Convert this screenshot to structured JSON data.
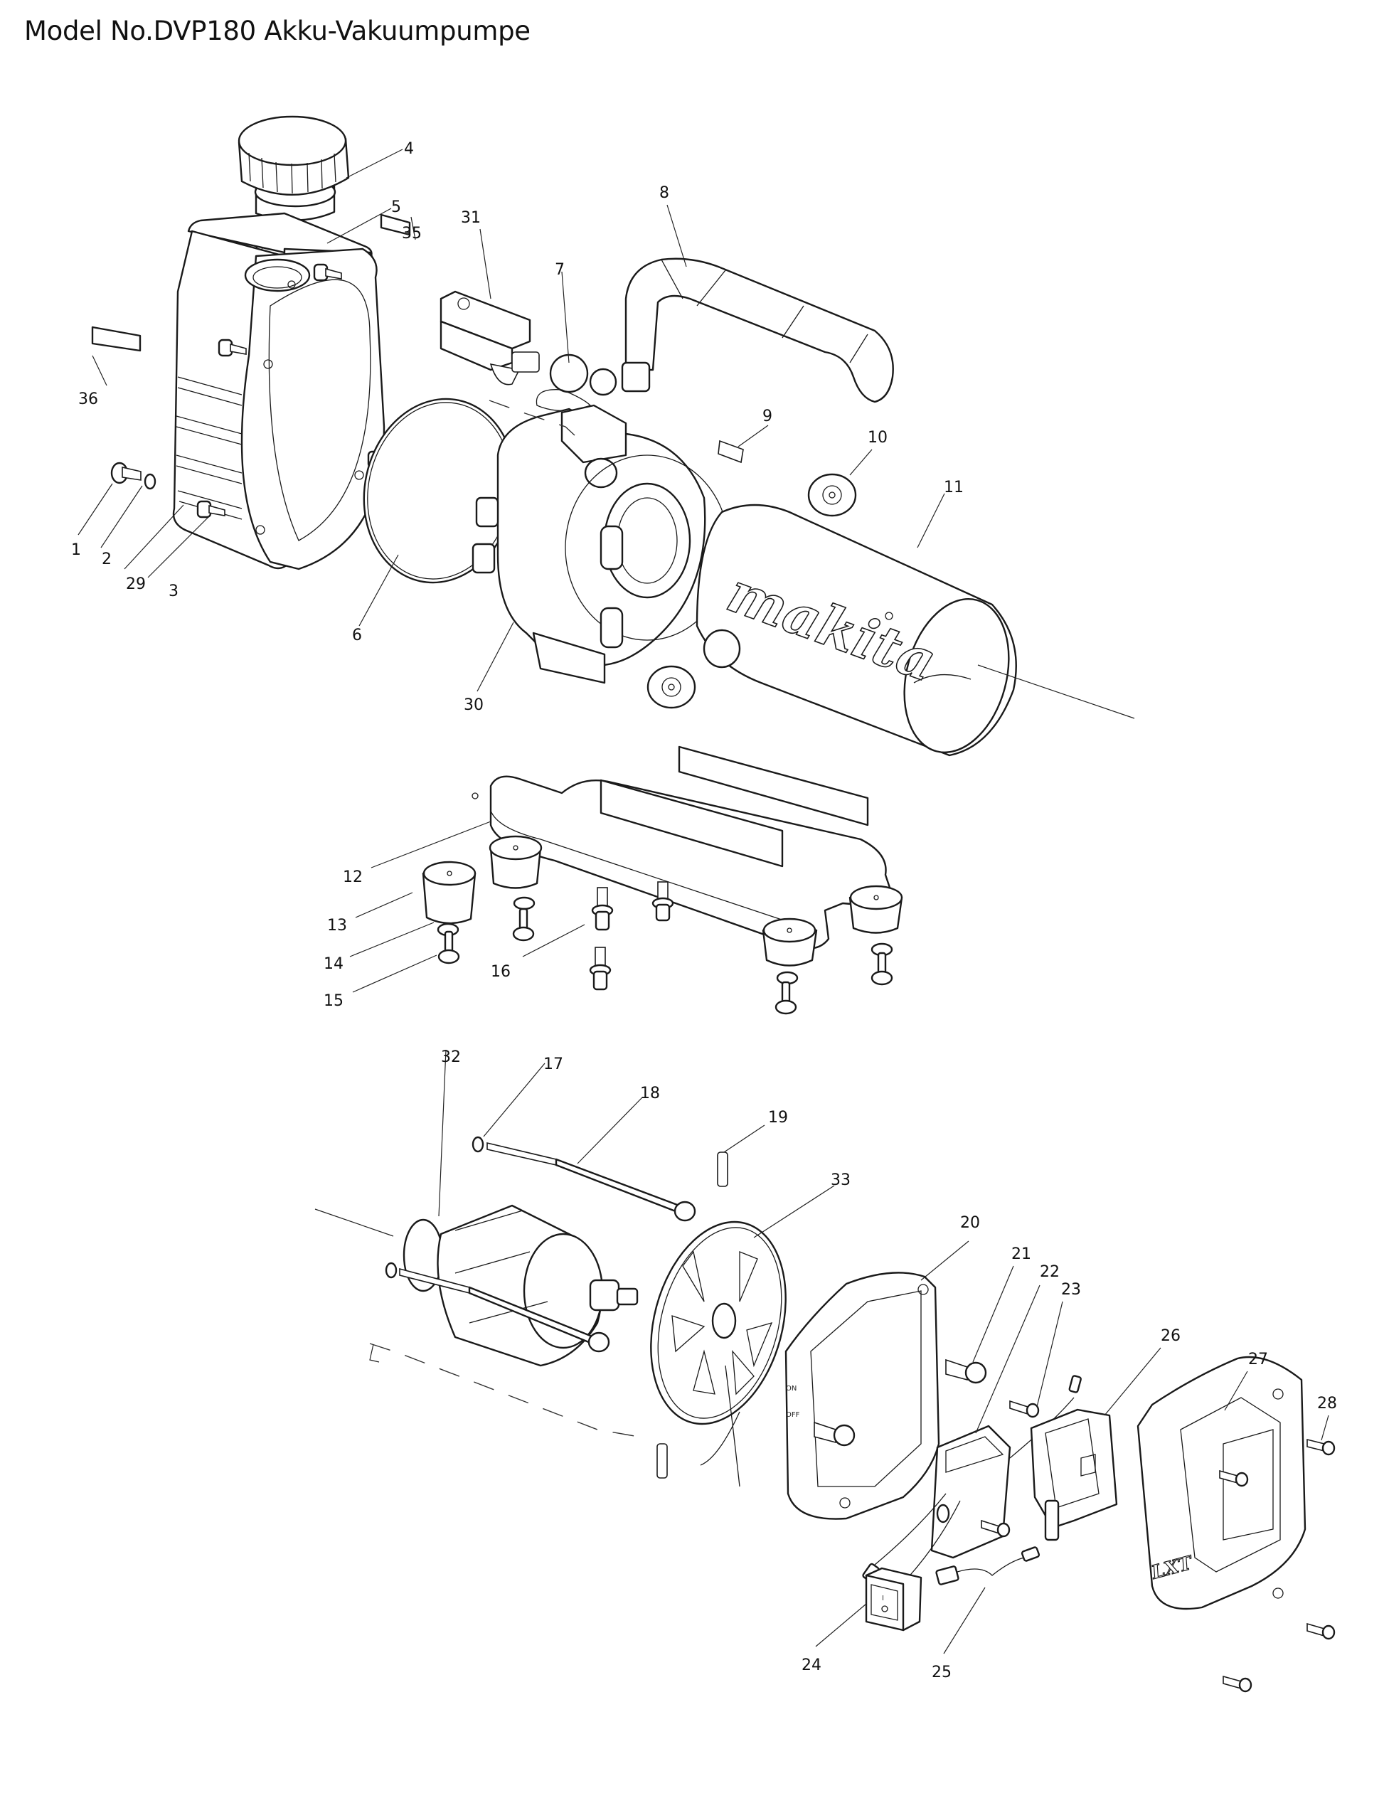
{
  "page": {
    "title": "Model No.DVP180 Akku-Vakuumpumpe"
  },
  "diagram": {
    "type": "exploded parts diagram",
    "brand_marking": "makita",
    "battery_marking": "LXT",
    "switch_markings": {
      "on": "ON",
      "off": "OFF",
      "rocker_on": "I",
      "rocker_off": "O"
    },
    "callouts": [
      {
        "id": "1",
        "text": "1"
      },
      {
        "id": "2",
        "text": "2"
      },
      {
        "id": "3",
        "text": "3"
      },
      {
        "id": "4",
        "text": "4"
      },
      {
        "id": "5",
        "text": "5"
      },
      {
        "id": "6",
        "text": "6"
      },
      {
        "id": "7",
        "text": "7"
      },
      {
        "id": "8",
        "text": "8"
      },
      {
        "id": "9",
        "text": "9"
      },
      {
        "id": "10",
        "text": "10"
      },
      {
        "id": "11",
        "text": "11"
      },
      {
        "id": "12",
        "text": "12"
      },
      {
        "id": "13",
        "text": "13"
      },
      {
        "id": "14",
        "text": "14"
      },
      {
        "id": "15",
        "text": "15"
      },
      {
        "id": "16",
        "text": "16"
      },
      {
        "id": "17",
        "text": "17"
      },
      {
        "id": "18",
        "text": "18"
      },
      {
        "id": "19",
        "text": "19"
      },
      {
        "id": "20",
        "text": "20"
      },
      {
        "id": "21",
        "text": "21"
      },
      {
        "id": "22",
        "text": "22"
      },
      {
        "id": "23",
        "text": "23"
      },
      {
        "id": "24",
        "text": "24"
      },
      {
        "id": "25",
        "text": "25"
      },
      {
        "id": "26",
        "text": "26"
      },
      {
        "id": "27",
        "text": "27"
      },
      {
        "id": "28",
        "text": "28"
      },
      {
        "id": "29",
        "text": "29"
      },
      {
        "id": "30",
        "text": "30"
      },
      {
        "id": "31",
        "text": "31"
      },
      {
        "id": "32",
        "text": "32"
      },
      {
        "id": "33",
        "text": "33"
      },
      {
        "id": "35",
        "text": "35"
      },
      {
        "id": "36",
        "text": "36"
      }
    ]
  }
}
